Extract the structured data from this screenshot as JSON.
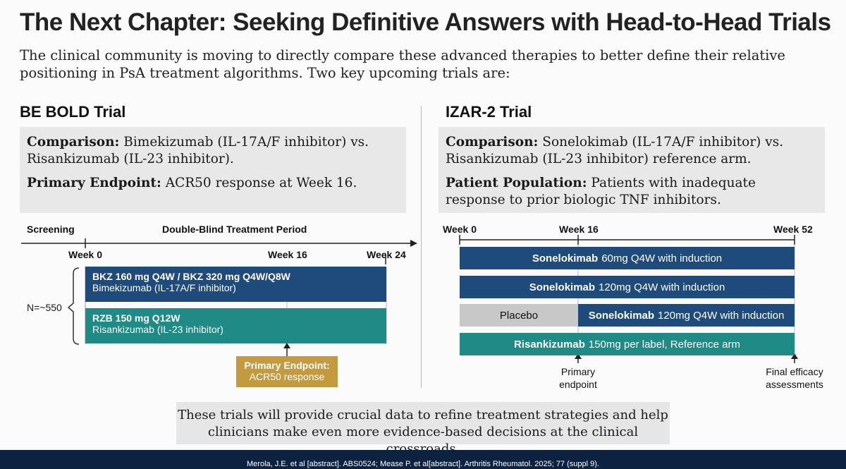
{
  "title": "The Next Chapter: Seeking Definitive Answers with Head-to-Head Trials",
  "intro": "The clinical community is moving to directly compare these advanced therapies to better define their relative positioning in PsA treatment algorithms. Two key upcoming trials are:",
  "left": {
    "trial_title": "BE BOLD Trial",
    "comparison_label": "Comparison:",
    "comparison_text": "Bimekizumab (IL-17A/F inhibitor) vs. Risankizumab (IL-23 inhibitor).",
    "endpoint_label": "Primary Endpoint:",
    "endpoint_text": "ACR50 response at Week 16.",
    "timeline": {
      "screening": "Screening",
      "period": "Double-Blind Treatment Period",
      "week0": "Week 0",
      "week16": "Week 16",
      "week24": "Week 24",
      "n": "N=~550"
    },
    "arms": [
      {
        "line1": "BKZ 160 mg Q4W / BKZ 320 mg Q4W/Q8W",
        "line2": "Bimekizumab (IL-17A/F inhibitor)",
        "color": "#1e4a7c"
      },
      {
        "line1": "RZB 150 mg Q12W",
        "line2": "Risankizumab (IL-23 inhibitor)",
        "color": "#1f8a86"
      }
    ],
    "primary_endpoint_box": {
      "line1": "Primary Endpoint:",
      "line2": "ACR50 response",
      "color": "#c39a3e"
    }
  },
  "right": {
    "trial_title": "IZAR-2 Trial",
    "comparison_label": "Comparison:",
    "comparison_text": "Sonelokimab (IL-17A/F inhibitor) vs. Risankizumab (IL-23 inhibitor) reference arm.",
    "population_label": "Patient Population:",
    "population_text": "Patients with inadequate response to prior biologic TNF inhibitors.",
    "timeline": {
      "week0": "Week 0",
      "week16": "Week 16",
      "week52": "Week 52"
    },
    "arms": [
      {
        "bold": "Sonelokimab",
        "text": "60mg Q4W with induction"
      },
      {
        "bold": "Sonelokimab",
        "text": "120mg Q4W with induction"
      },
      {
        "placebo": "Placebo",
        "bold": "Sonelokimab",
        "text": "120mg Q4W with induction"
      },
      {
        "bold": "Risankizumab",
        "text": "150mg per label, Reference arm"
      }
    ],
    "primary_note": "Primary endpoint",
    "final_note": "Final efficacy assessments"
  },
  "conclusion": "These trials will provide crucial data to refine treatment strategies and help clinicians make even more evidence-based decisions at the clinical crossroads.",
  "footer": "Merola, J.E. et al [abstract]. ABS0524; Mease P. et al[abstract]. Arthritis Rheumatol. 2025; 77 (suppl 9)."
}
